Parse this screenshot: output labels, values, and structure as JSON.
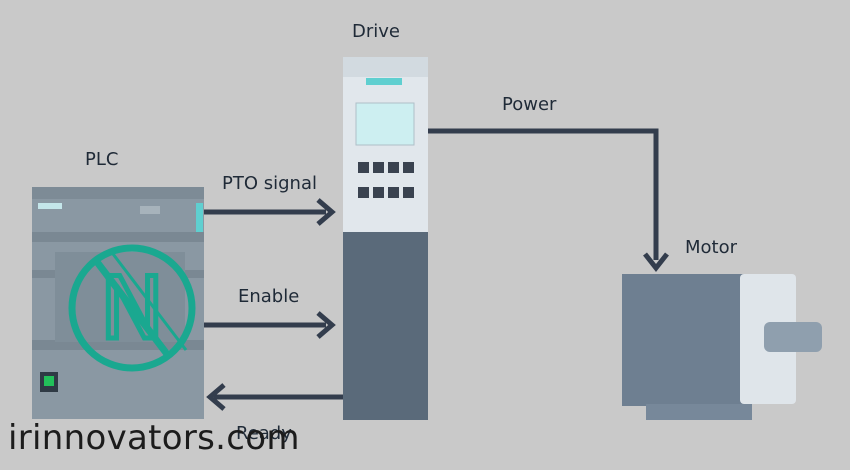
{
  "labels": {
    "drive": "Drive",
    "plc": "PLC",
    "power": "Power",
    "motor": "Motor",
    "pto_signal": "PTO signal",
    "enable": "Enable",
    "ready": "Ready"
  },
  "watermark": {
    "text": "irinnovators.com",
    "logo_letter": "N"
  },
  "colors": {
    "background": "#c9c9c9",
    "device_panel": "#8a98a3",
    "drive_body": "#5a6a7a",
    "drive_screen": "#cdeff1",
    "drive_accent": "#5fcfd0",
    "motor_body": "#6e7f91",
    "arrow": "#333d4d",
    "logo": "#1aa890"
  }
}
